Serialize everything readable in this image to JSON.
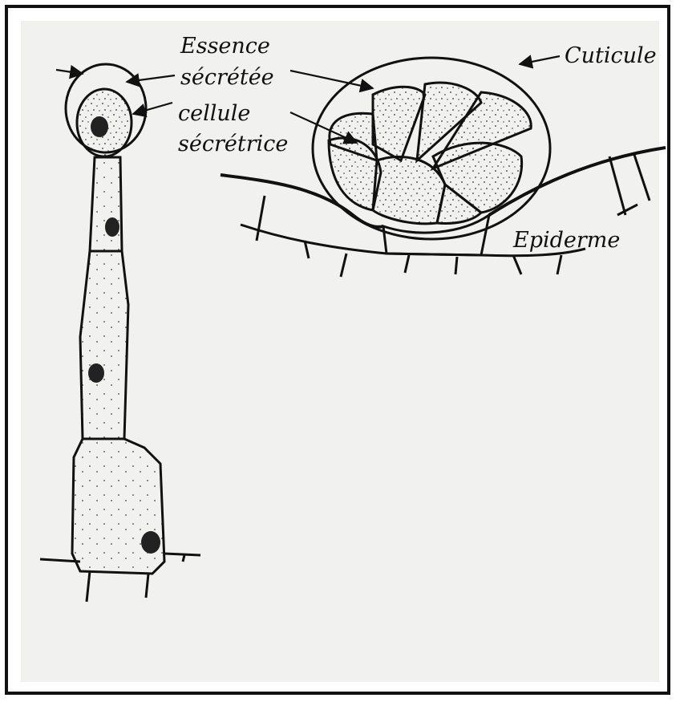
{
  "labels": {
    "essence": "Essence",
    "secretee": "sécrétée",
    "cellule": "cellule",
    "secretrice": "sécrétrice",
    "cuticule": "Cuticule",
    "epiderme": "Epiderme"
  },
  "colors": {
    "ink": "#111111",
    "paper": "#f1f1ef",
    "frame": "#111111"
  }
}
